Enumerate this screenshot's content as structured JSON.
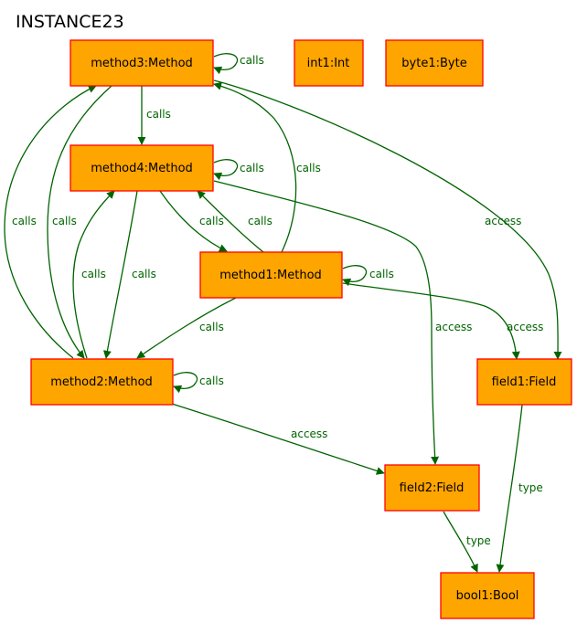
{
  "diagram": {
    "title": "INSTANCE23",
    "colors": {
      "node_fill": "#ffa500",
      "node_border": "#ff0000",
      "edge": "#006400",
      "edge_label": "#006400",
      "title": "#000000"
    },
    "nodes": {
      "method3": "method3:Method",
      "int1": "int1:Int",
      "byte1": "byte1:Byte",
      "method4": "method4:Method",
      "method1": "method1:Method",
      "method2": "method2:Method",
      "field1": "field1:Field",
      "field2": "field2:Field",
      "bool1": "bool1:Bool"
    },
    "edges": [
      {
        "from": "method3",
        "to": "method3",
        "label": "calls"
      },
      {
        "from": "method3",
        "to": "method4",
        "label": "calls"
      },
      {
        "from": "method4",
        "to": "method4",
        "label": "calls"
      },
      {
        "from": "method1",
        "to": "method3",
        "label": "calls"
      },
      {
        "from": "method3",
        "to": "field1",
        "label": "access"
      },
      {
        "from": "method2",
        "to": "method3",
        "label": "calls"
      },
      {
        "from": "method3",
        "to": "method2",
        "label": "calls"
      },
      {
        "from": "method4",
        "to": "method1",
        "label": "calls"
      },
      {
        "from": "method1",
        "to": "method4",
        "label": "calls"
      },
      {
        "from": "method2",
        "to": "method4",
        "label": "calls"
      },
      {
        "from": "method4",
        "to": "method2",
        "label": "calls"
      },
      {
        "from": "method4",
        "to": "field2",
        "label": "access"
      },
      {
        "from": "method1",
        "to": "method1",
        "label": "calls"
      },
      {
        "from": "method1",
        "to": "method2",
        "label": "calls"
      },
      {
        "from": "method1",
        "to": "field1",
        "label": "access"
      },
      {
        "from": "method2",
        "to": "method2",
        "label": "calls"
      },
      {
        "from": "method2",
        "to": "field2",
        "label": "access"
      },
      {
        "from": "field1",
        "to": "bool1",
        "label": "type"
      },
      {
        "from": "field2",
        "to": "bool1",
        "label": "type"
      }
    ]
  }
}
